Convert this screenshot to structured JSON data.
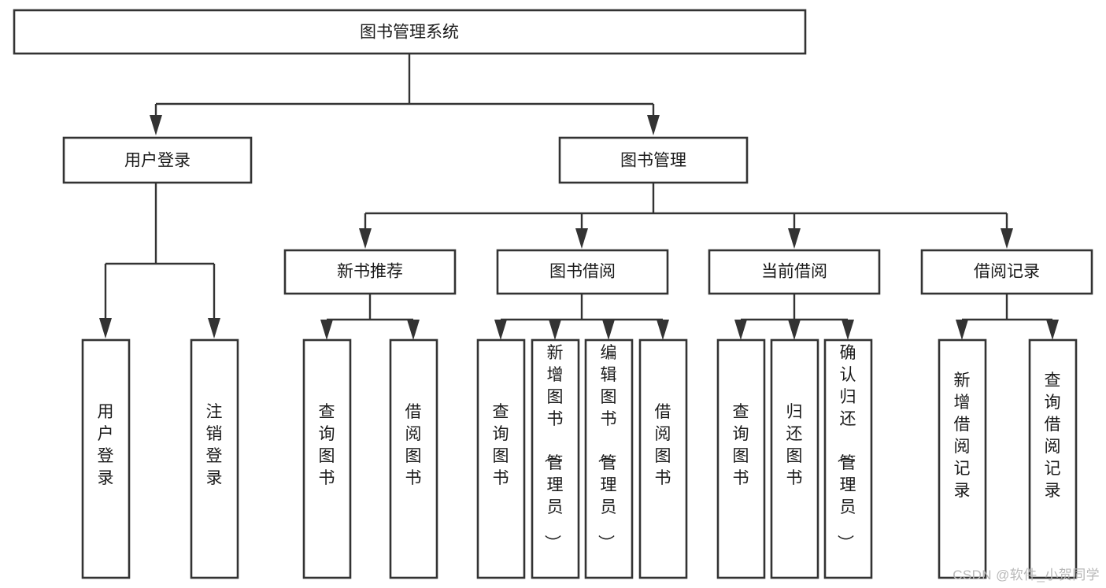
{
  "diagram": {
    "type": "tree-flowchart",
    "title": "图书管理系统",
    "root": {
      "id": "root",
      "label": "图书管理系统",
      "orientation": "horizontal"
    },
    "level2": [
      {
        "id": "user-login",
        "label": "用户登录",
        "orientation": "horizontal"
      },
      {
        "id": "book-manage",
        "label": "图书管理",
        "orientation": "horizontal"
      }
    ],
    "level3": [
      {
        "id": "new-book-rec",
        "label": "新书推荐",
        "orientation": "horizontal"
      },
      {
        "id": "book-borrow",
        "label": "图书借阅",
        "orientation": "horizontal"
      },
      {
        "id": "current-borrow",
        "label": "当前借阅",
        "orientation": "horizontal"
      },
      {
        "id": "borrow-record",
        "label": "借阅记录",
        "orientation": "horizontal"
      }
    ],
    "leaves": [
      {
        "id": "leaf-user-login",
        "label": "用户登录",
        "parent": "user-login",
        "orientation": "vertical"
      },
      {
        "id": "leaf-user-logout",
        "label": "注销登录",
        "parent": "user-login",
        "orientation": "vertical"
      },
      {
        "id": "leaf-query-book-1",
        "label": "查询图书",
        "parent": "new-book-rec",
        "orientation": "vertical"
      },
      {
        "id": "leaf-borrow-book-1",
        "label": "借阅图书",
        "parent": "new-book-rec",
        "orientation": "vertical"
      },
      {
        "id": "leaf-query-book-2",
        "label": "查询图书",
        "parent": "book-borrow",
        "orientation": "vertical"
      },
      {
        "id": "leaf-add-book",
        "label": "新增图书（管理员）",
        "parent": "book-borrow",
        "orientation": "vertical"
      },
      {
        "id": "leaf-edit-book",
        "label": "编辑图书（管理员）",
        "parent": "book-borrow",
        "orientation": "vertical"
      },
      {
        "id": "leaf-borrow-book-2",
        "label": "借阅图书",
        "parent": "book-borrow",
        "orientation": "vertical"
      },
      {
        "id": "leaf-query-book-3",
        "label": "查询图书",
        "parent": "current-borrow",
        "orientation": "vertical"
      },
      {
        "id": "leaf-return-book",
        "label": "归还图书",
        "parent": "current-borrow",
        "orientation": "vertical"
      },
      {
        "id": "leaf-confirm-return",
        "label": "确认归还（管理员）",
        "parent": "current-borrow",
        "orientation": "vertical"
      },
      {
        "id": "leaf-add-record",
        "label": "新增借阅记录",
        "parent": "borrow-record",
        "orientation": "vertical"
      },
      {
        "id": "leaf-query-record",
        "label": "查询借阅记录",
        "parent": "borrow-record",
        "orientation": "vertical"
      }
    ],
    "colors": {
      "background": "#ffffff",
      "box_fill": "#ffffff",
      "box_stroke": "#333333",
      "text": "#1a1a1a",
      "watermark": "#b8b8b8"
    }
  },
  "watermark": {
    "text": "CSDN @软件_小贺同学"
  }
}
